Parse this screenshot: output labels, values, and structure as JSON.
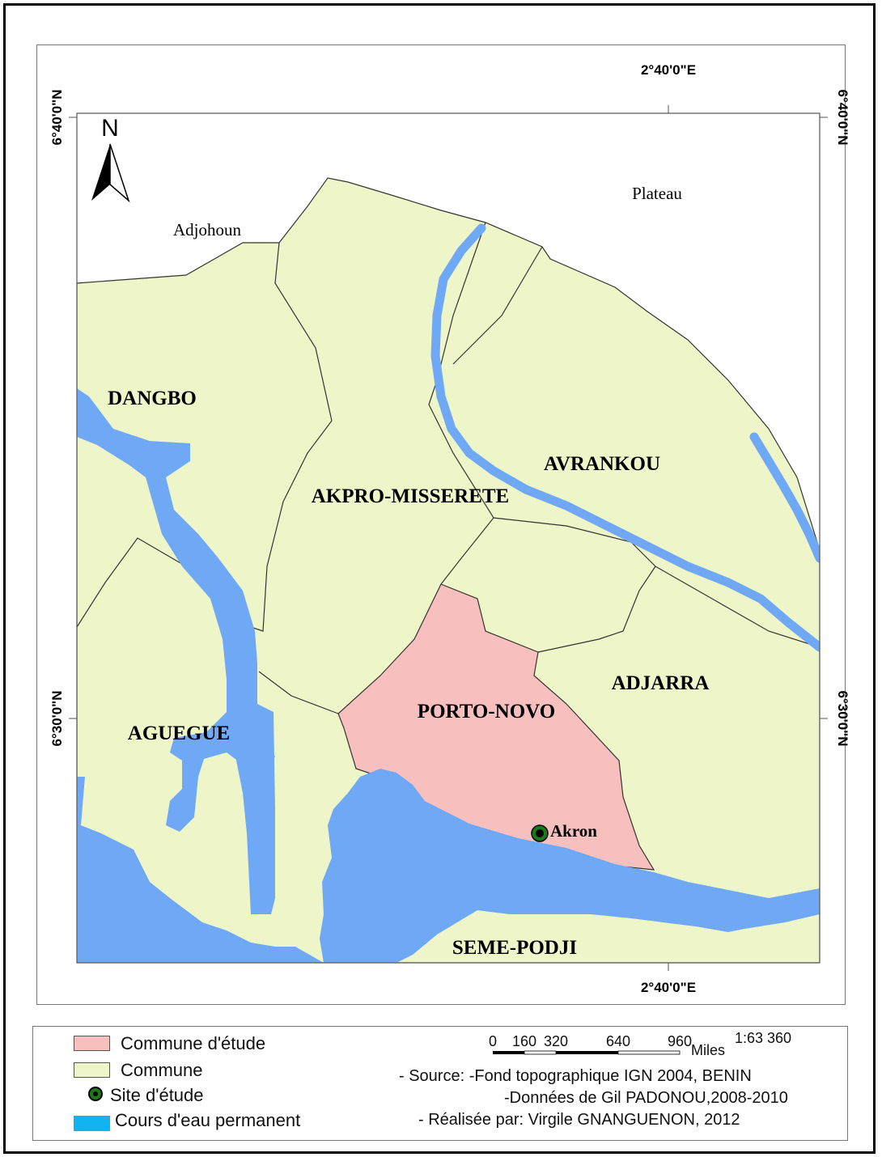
{
  "map": {
    "coords": {
      "lon_top": "2°40'0\"E",
      "lon_bottom": "2°40'0\"E",
      "lat_top_left": "6°40'0\"N",
      "lat_top_right": "6°40'0\"N",
      "lat_mid_left": "6°30'0\"N",
      "lat_mid_right": "6°30'0\"N"
    },
    "north_arrow": {
      "label": "N",
      "icon": "north-arrow-icon"
    },
    "outside_labels": {
      "adjohoun": "Adjohoun",
      "plateau": "Plateau"
    },
    "communes": {
      "dangbo": "DANGBO",
      "akpro": "AKPRO-MISSERETE",
      "avrankou": "AVRANKOU",
      "adjarra": "ADJARRA",
      "porto_novo": "PORTO-NOVO",
      "aguegue": "AGUEGUE",
      "seme": "SEME-PODJI"
    },
    "site": {
      "label": "Akron"
    },
    "colors": {
      "commune": "#eef5c8",
      "study_commune": "#f8bfbf",
      "water": "#6fa9f5",
      "legend_water": "#11b3f0",
      "boundary": "#333333"
    }
  },
  "legend": {
    "study_commune": "Commune d'étude",
    "commune": "Commune",
    "site": "Site d'étude",
    "water": "Cours d'eau permanent"
  },
  "scale": {
    "ticks": [
      "0",
      "160",
      "320",
      "640",
      "960"
    ],
    "unit": "Miles",
    "ratio": "1:63 360"
  },
  "credits": {
    "line1": "- Source: -Fond topographique IGN 2004, BENIN",
    "line2": "-Données de Gil PADONOU,2008-2010",
    "line3": "- Réalisée par: Virgile GNANGUENON, 2012"
  }
}
